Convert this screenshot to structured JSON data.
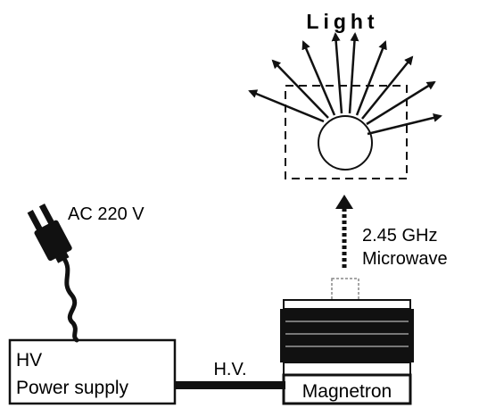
{
  "labels": {
    "light": "Light",
    "ac_voltage": "AC 220 V",
    "frequency": "2.45 GHz",
    "microwave": "Microwave",
    "hv_line1": "HV",
    "hv_line2": "Power supply",
    "hv_cable": "H.V.",
    "magnetron": "Magnetron"
  }
}
